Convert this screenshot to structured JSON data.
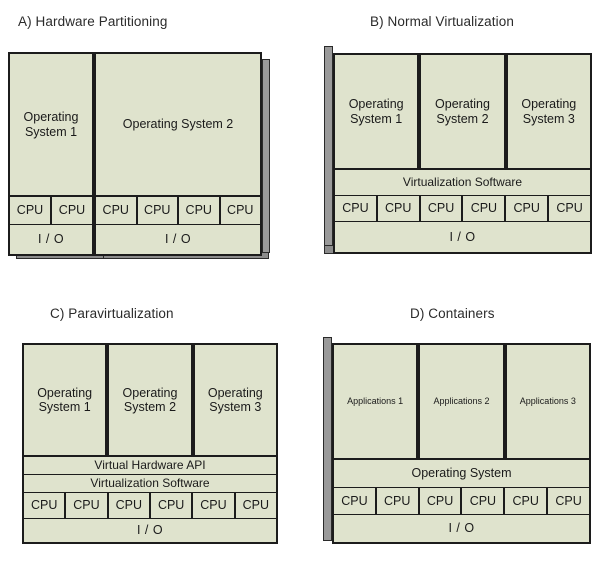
{
  "diagram": {
    "fill_color": "#dfe3cd",
    "stroke_color": "#1c1c1c",
    "shadow_color": "#8c8c8c",
    "background_color": "#ffffff"
  },
  "panels": [
    {
      "id": "a",
      "title": "A) Hardware Partitioning",
      "blocks": [
        {
          "name": "partition-left",
          "os": "Operating\nSystem 1",
          "cpus": [
            "CPU",
            "CPU"
          ],
          "io": "I / O"
        },
        {
          "name": "partition-right",
          "os": "Operating System 2",
          "cpus": [
            "CPU",
            "CPU",
            "CPU",
            "CPU"
          ],
          "io": "I / O"
        }
      ]
    },
    {
      "id": "b",
      "title": "B) Normal Virtualization",
      "guests": [
        "Operating\nSystem 1",
        "Operating\nSystem 2",
        "Operating\nSystem 3"
      ],
      "layers": [
        "Virtualization Software"
      ],
      "cpus": [
        "CPU",
        "CPU",
        "CPU",
        "CPU",
        "CPU",
        "CPU"
      ],
      "io": "I / O"
    },
    {
      "id": "c",
      "title": "C) Paravirtualization",
      "guests": [
        "Operating\nSystem 1",
        "Operating\nSystem 2",
        "Operating\nSystem 3"
      ],
      "layers": [
        "Virtual Hardware API",
        "Virtualization Software"
      ],
      "cpus": [
        "CPU",
        "CPU",
        "CPU",
        "CPU",
        "CPU",
        "CPU"
      ],
      "io": "I / O"
    },
    {
      "id": "d",
      "title": "D) Containers",
      "guests": [
        "Applications 1",
        "Applications 2",
        "Applications 3"
      ],
      "layers": [
        "Operating System"
      ],
      "cpus": [
        "CPU",
        "CPU",
        "CPU",
        "CPU",
        "CPU",
        "CPU"
      ],
      "io": "I / O"
    }
  ]
}
